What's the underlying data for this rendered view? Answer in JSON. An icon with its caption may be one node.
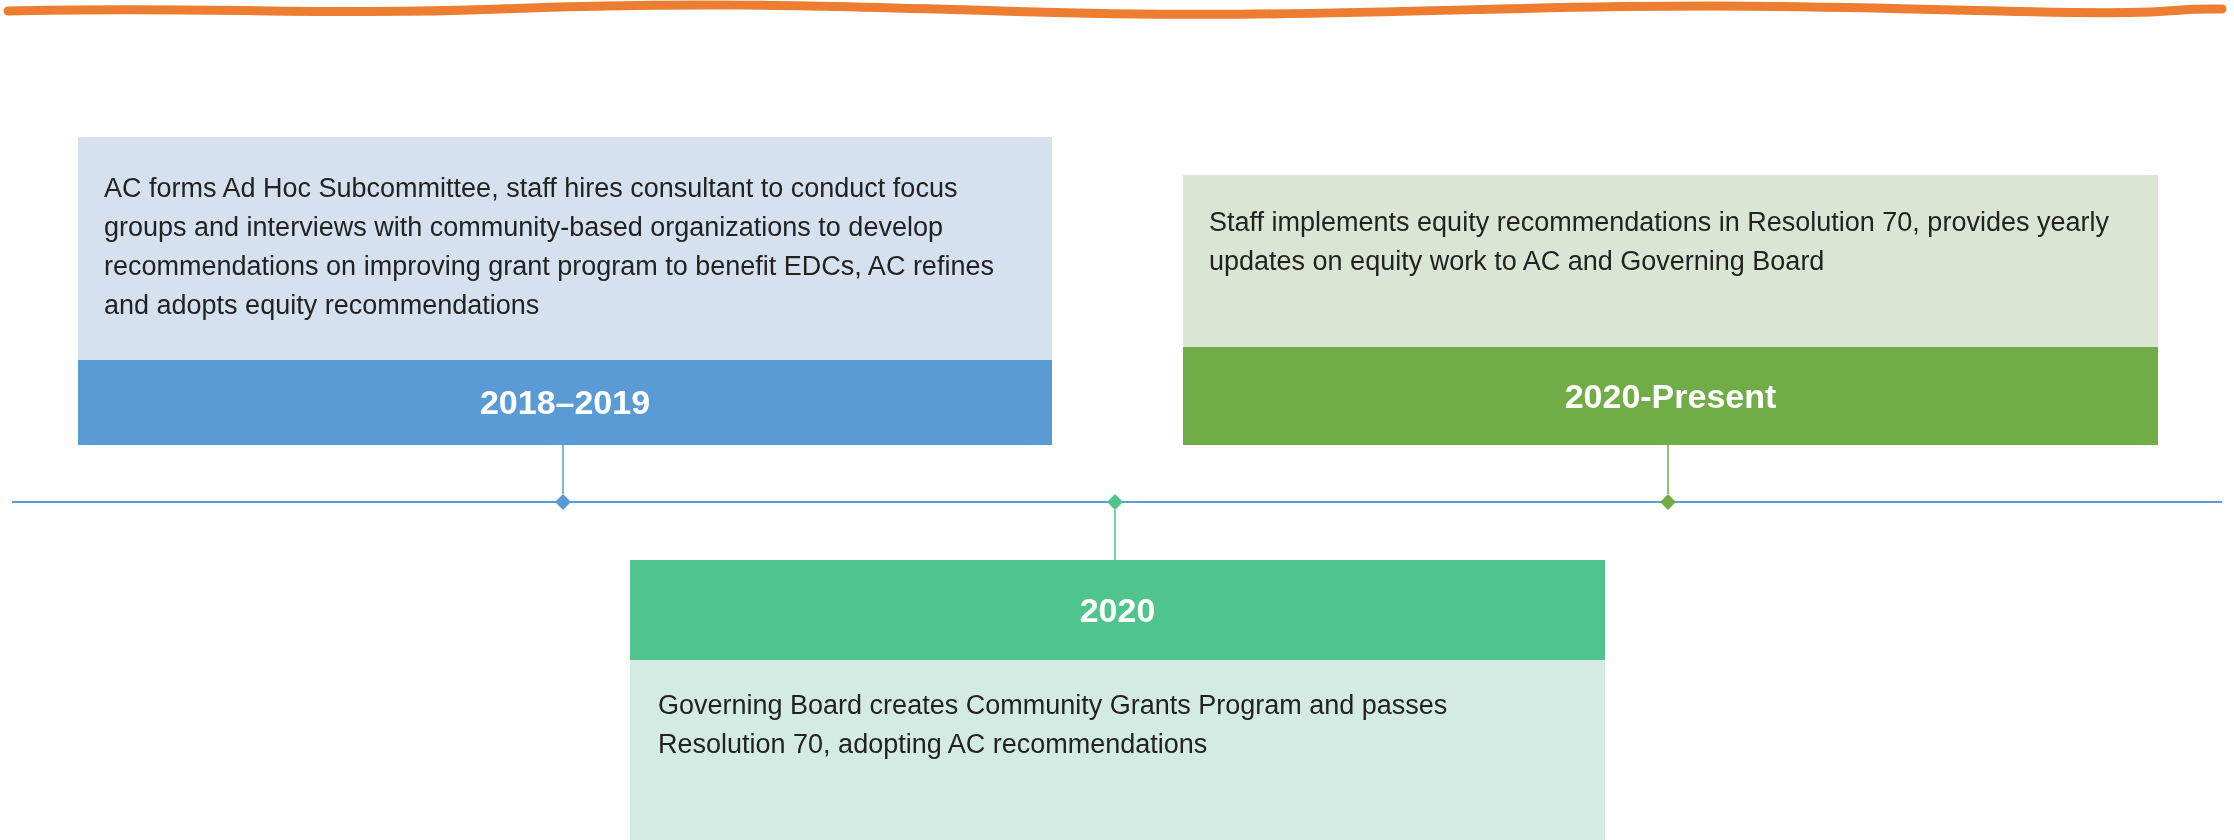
{
  "diagram": {
    "nodes": [
      {
        "text": [
          "AC forms Ad Hoc Subcommittee, staff hires consultant to conduct focus groups and interviews with community-based organizations to develop recommendations on improving grant program to benefit EDCs, AC refines and adopts equity recommendations",
          "2018–2019"
        ]
      },
      {
        "text": [
          "Staff implements equity recommendations in Resolution 70, provides yearly updates on equity work to AC and Governing Board",
          "2020-Present"
        ]
      },
      {
        "text": [
          "2020",
          "Governing Board creates Community Grants Program and passes Resolution 70, adopting AC recommendations"
        ]
      },
      {
        "text": [],
        "shape": "diamond"
      },
      {
        "text": [],
        "shape": "diamond"
      },
      {
        "text": [],
        "shape": "diamond"
      }
    ],
    "edges": [
      {
        "from": 0,
        "to": 3,
        "arrow": "none",
        "color": "#5b9bd5"
      },
      {
        "from": 2,
        "to": 4,
        "arrow": "none",
        "color": "#4fc48c"
      },
      {
        "from": 1,
        "to": 5,
        "arrow": "none",
        "color": "#70ad47"
      }
    ]
  }
}
